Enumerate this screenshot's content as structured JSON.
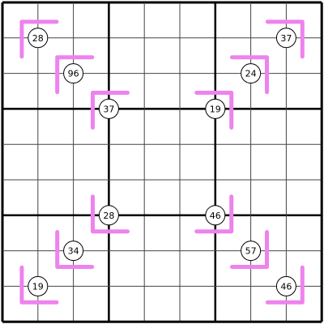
{
  "grid": {
    "rows": 9,
    "cols": 9,
    "box_size": 3,
    "values": [
      [
        "",
        "",
        "",
        "",
        "",
        "",
        "",
        "",
        ""
      ],
      [
        "",
        "",
        "",
        "",
        "",
        "",
        "",
        "",
        ""
      ],
      [
        "",
        "",
        "",
        "",
        "",
        "",
        "",
        "",
        ""
      ],
      [
        "",
        "",
        "",
        "",
        "",
        "",
        "",
        "",
        ""
      ],
      [
        "",
        "",
        "",
        "",
        "",
        "",
        "",
        "",
        ""
      ],
      [
        "",
        "",
        "",
        "",
        "",
        "",
        "",
        "",
        ""
      ],
      [
        "",
        "",
        "",
        "",
        "",
        "",
        "",
        "",
        ""
      ],
      [
        "",
        "",
        "",
        "",
        "",
        "",
        "",
        "",
        ""
      ],
      [
        "",
        "",
        "",
        "",
        "",
        "",
        "",
        "",
        ""
      ]
    ]
  },
  "clues": [
    {
      "value": "28",
      "vertex": [
        1,
        1
      ],
      "open": "down-right"
    },
    {
      "value": "96",
      "vertex": [
        2,
        2
      ],
      "open": "down-right"
    },
    {
      "value": "37",
      "vertex": [
        3,
        3
      ],
      "open": "down-right"
    },
    {
      "value": "37",
      "vertex": [
        1,
        8
      ],
      "open": "down-left"
    },
    {
      "value": "24",
      "vertex": [
        2,
        7
      ],
      "open": "down-left"
    },
    {
      "value": "19",
      "vertex": [
        3,
        6
      ],
      "open": "down-left"
    },
    {
      "value": "28",
      "vertex": [
        6,
        3
      ],
      "open": "up-right"
    },
    {
      "value": "34",
      "vertex": [
        7,
        2
      ],
      "open": "up-right"
    },
    {
      "value": "19",
      "vertex": [
        8,
        1
      ],
      "open": "up-right"
    },
    {
      "value": "46",
      "vertex": [
        6,
        6
      ],
      "open": "up-left"
    },
    {
      "value": "57",
      "vertex": [
        7,
        7
      ],
      "open": "up-left"
    },
    {
      "value": "46",
      "vertex": [
        8,
        8
      ],
      "open": "up-left"
    }
  ],
  "colors": {
    "arrow": "#ee82ee",
    "thin_line": "#444444",
    "thick_line": "#000000",
    "background": "#ffffff"
  }
}
